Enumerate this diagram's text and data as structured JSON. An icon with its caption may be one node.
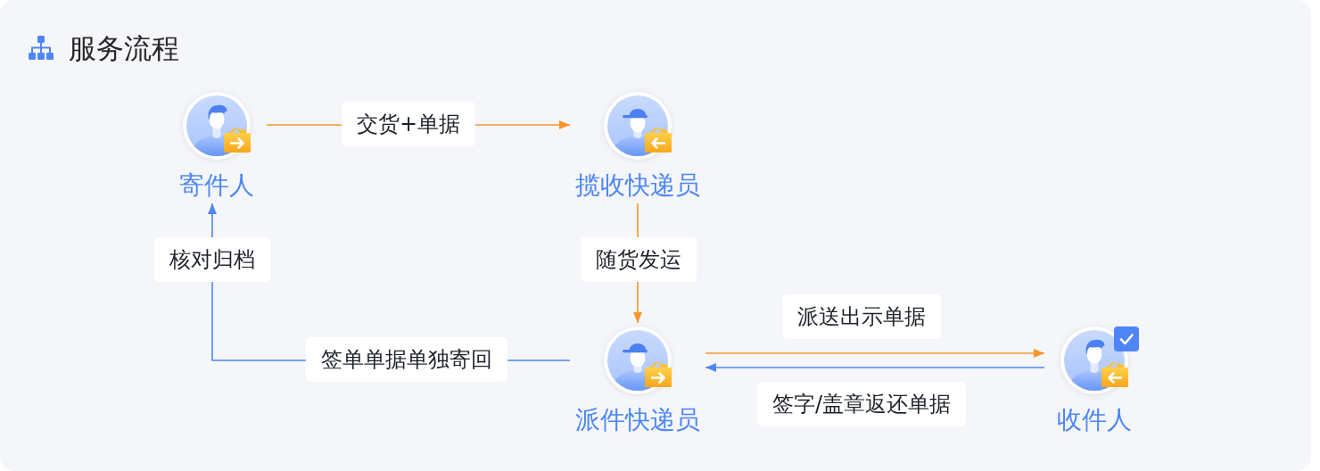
{
  "diagram": {
    "title": "服务流程",
    "nodes": [
      {
        "text": [
          "寄件人"
        ]
      },
      {
        "text": [
          "揽收快递员"
        ]
      },
      {
        "text": [
          "派件快递员"
        ]
      },
      {
        "text": [
          "收件人"
        ]
      }
    ],
    "edges": [
      {
        "from": 0,
        "to": 1,
        "arrow": "to",
        "label": "交货+单据"
      },
      {
        "from": 1,
        "to": 2,
        "arrow": "to",
        "label": "随货发运"
      },
      {
        "from": 2,
        "to": 3,
        "arrow": "to",
        "label": "派送出示单据"
      },
      {
        "from": 3,
        "to": 2,
        "arrow": "to",
        "label": "签字/盖章返还单据",
        "color": "#4e86f7"
      },
      {
        "from": 2,
        "to": 0,
        "arrow": "to",
        "label": "签单单据单独寄回",
        "color": "#4e86f7"
      }
    ],
    "labels": [
      "核对归档"
    ]
  }
}
